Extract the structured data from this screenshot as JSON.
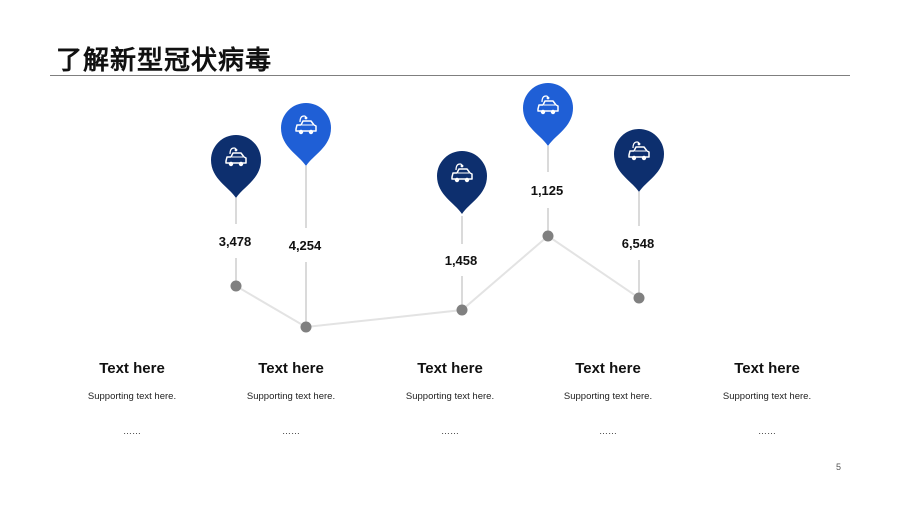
{
  "slide": {
    "title": "了解新型冠状病毒",
    "page_number": "5"
  },
  "colors": {
    "dark_blue": "#0d2f6e",
    "bright_blue": "#1f5fd6",
    "dot_gray": "#808080",
    "line_gray": "#e3e3e3"
  },
  "markers": [
    {
      "value_label": "3,478",
      "icon": "car-icon",
      "color": "dark_blue"
    },
    {
      "value_label": "4,254",
      "icon": "car-icon",
      "color": "bright_blue"
    },
    {
      "value_label": "1,458",
      "icon": "car-icon",
      "color": "dark_blue"
    },
    {
      "value_label": "1,125",
      "icon": "car-icon",
      "color": "bright_blue"
    },
    {
      "value_label": "6,548",
      "icon": "car-icon",
      "color": "dark_blue"
    }
  ],
  "columns": [
    {
      "title": "Text here",
      "subtitle": "Supporting text here.",
      "dots": "……"
    },
    {
      "title": "Text here",
      "subtitle": "Supporting text here.",
      "dots": "……"
    },
    {
      "title": "Text here",
      "subtitle": "Supporting text here.",
      "dots": "……"
    },
    {
      "title": "Text here",
      "subtitle": "Supporting text here.",
      "dots": "……"
    },
    {
      "title": "Text here",
      "subtitle": "Supporting text here.",
      "dots": "……"
    }
  ]
}
